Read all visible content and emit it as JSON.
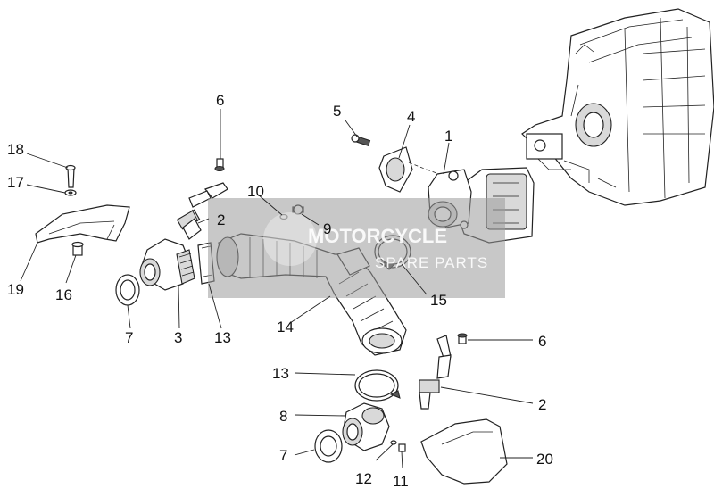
{
  "callouts": {
    "c1": "1",
    "c2a": "2",
    "c2b": "2",
    "c3": "3",
    "c4": "4",
    "c5": "5",
    "c6a": "6",
    "c6b": "6",
    "c7a": "7",
    "c7b": "7",
    "c8": "8",
    "c9": "9",
    "c10": "10",
    "c11": "11",
    "c12": "12",
    "c13a": "13",
    "c13b": "13",
    "c14": "14",
    "c15": "15",
    "c16": "16",
    "c17": "17",
    "c18": "18",
    "c19": "19",
    "c20": "20"
  },
  "watermark": {
    "title": "MOTORCYCLE",
    "subtitle": "SPARE PARTS"
  }
}
